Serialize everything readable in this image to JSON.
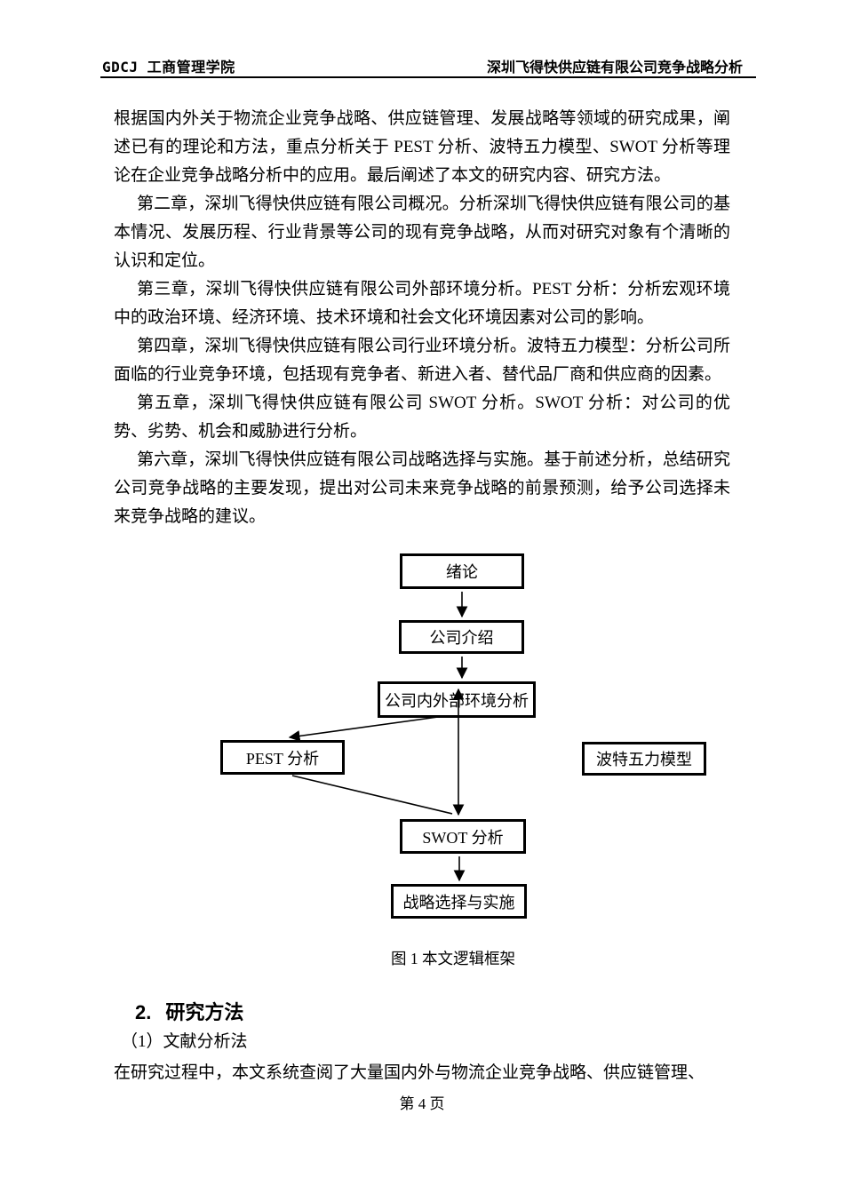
{
  "colors": {
    "ink": "#000000",
    "paper": "#ffffff"
  },
  "header": {
    "left": "GDCJ 工商管理学院",
    "right": "深圳飞得快供应链有限公司竞争战略分析"
  },
  "body": {
    "paragraphs": [
      {
        "text": "根据国内外关于物流企业竞争战略、供应链管理、发展战略等领域的研究成果，阐述已有的理论和方法，重点分析关于 PEST 分析、波特五力模型、SWOT 分析等理论在企业竞争战略分析中的应用。最后阐述了本文的研究内容、研究方法。"
      },
      {
        "text": "第二章，深圳飞得快供应链有限公司概况。分析深圳飞得快供应链有限公司的基本情况、发展历程、行业背景等公司的现有竞争战略，从而对研究对象有个清晰的认识和定位。"
      },
      {
        "text": "第三章，深圳飞得快供应链有限公司外部环境分析。PEST 分析：分析宏观环境中的政治环境、经济环境、技术环境和社会文化环境因素对公司的影响。"
      },
      {
        "text": "第四章，深圳飞得快供应链有限公司行业环境分析。波特五力模型：分析公司所面临的行业竞争环境，包括现有竞争者、新进入者、替代品厂商和供应商的因素。"
      },
      {
        "text": "第五章，深圳飞得快供应链有限公司 SWOT 分析。SWOT 分析：对公司的优势、劣势、机会和威胁进行分析。"
      },
      {
        "text": "第六章，深圳飞得快供应链有限公司战略选择与实施。基于前述分析，总结研究公司竞争战略的主要发现，提出对公司未来竞争战略的前景预测，给予公司选择未来竞争战略的建议。"
      }
    ]
  },
  "figure": {
    "caption": "图 1 本文逻辑框架",
    "nodes": [
      {
        "label": "绪论"
      },
      {
        "label": "公司介绍"
      },
      {
        "label": "公司内外部环境分析"
      },
      {
        "label": "PEST 分析"
      },
      {
        "label": "波特五力模型"
      },
      {
        "label": "SWOT 分析"
      },
      {
        "label": "战略选择与实施"
      }
    ],
    "edges": [
      "绪论 → 公司介绍",
      "公司介绍 → 公司内外部环境分析",
      "公司内外部环境分析 ↔ SWOT 分析",
      "公司内外部环境分析 → PEST 分析",
      "PEST 分析 → SWOT 分析",
      "SWOT 分析 → 战略选择与实施"
    ]
  },
  "section": {
    "number": "2.",
    "title": "研究方法",
    "list_item": "（1）文献分析法",
    "paragraph": "在研究过程中，本文系统查阅了大量国内外与物流企业竞争战略、供应链管理、"
  },
  "footer": {
    "page_label": "第 4 页"
  }
}
